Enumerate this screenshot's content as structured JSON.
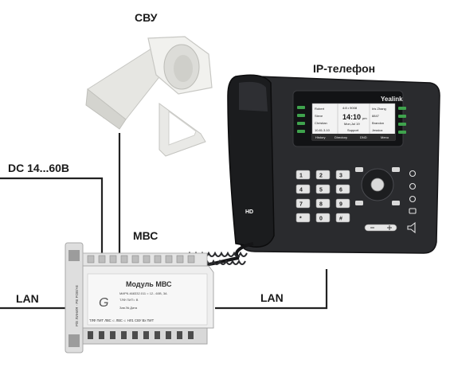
{
  "labels": {
    "svu": "СВУ",
    "ip_phone": "IP-телефон",
    "dc": "DC 14...60В",
    "mvs": "МВС",
    "lan_left": "LAN",
    "lan_right": "LAN"
  },
  "phone": {
    "brand": "Yealink",
    "hd_badge": "HD",
    "screen": {
      "left_keys": [
        "Robert",
        "Steve",
        "Christian",
        "10.81.3.10"
      ],
      "right_keys": [
        "Iris Zhang",
        "8847",
        "Brandon",
        "Jessica"
      ],
      "top_line": "4:8 • 9008",
      "time": "14:10",
      "time_suffix": "pm",
      "date": "Mon,Jul 19",
      "status": "Support",
      "softkeys": [
        "History",
        "Directory",
        "DND",
        "Menu"
      ]
    },
    "keypad": [
      "1",
      "2",
      "3",
      "4",
      "5",
      "6",
      "7",
      "8",
      "9",
      "*",
      "0",
      "#"
    ]
  },
  "module": {
    "title": "Модуль МВС",
    "logo": "G",
    "line1": "МИРК.468332.011  = 12...60В, 3А",
    "line2": "ТЛФ ПИТ=        В",
    "line3": "Зав.№          Дата",
    "terminals": "ТЛФ ПИТ   ЛВС ⊂  ЛВС ⊂  НЛ1   СВУ   Вх ПИТ",
    "side_text": "Р/Е ЛИНИЯ · РЕ POE/+E"
  }
}
